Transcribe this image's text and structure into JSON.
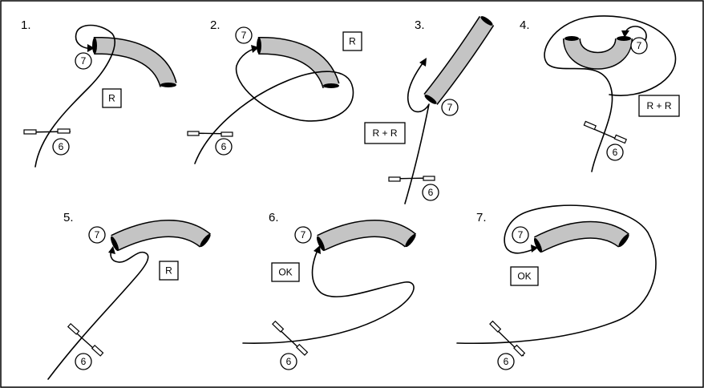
{
  "panels": [
    {
      "number": "1.",
      "result": "R",
      "wire_label": "7",
      "marker_label": "6"
    },
    {
      "number": "2.",
      "result": "R",
      "wire_label": "7",
      "marker_label": "6"
    },
    {
      "number": "3.",
      "result": "R + R",
      "wire_label": "7",
      "marker_label": "6"
    },
    {
      "number": "4.",
      "result": "R + R",
      "wire_label": "7",
      "marker_label": "6"
    },
    {
      "number": "5.",
      "result": "R",
      "wire_label": "7",
      "marker_label": "6"
    },
    {
      "number": "6.",
      "result": "OK",
      "wire_label": "7",
      "marker_label": "6"
    },
    {
      "number": "7.",
      "result": "OK",
      "wire_label": "7",
      "marker_label": "6"
    }
  ]
}
